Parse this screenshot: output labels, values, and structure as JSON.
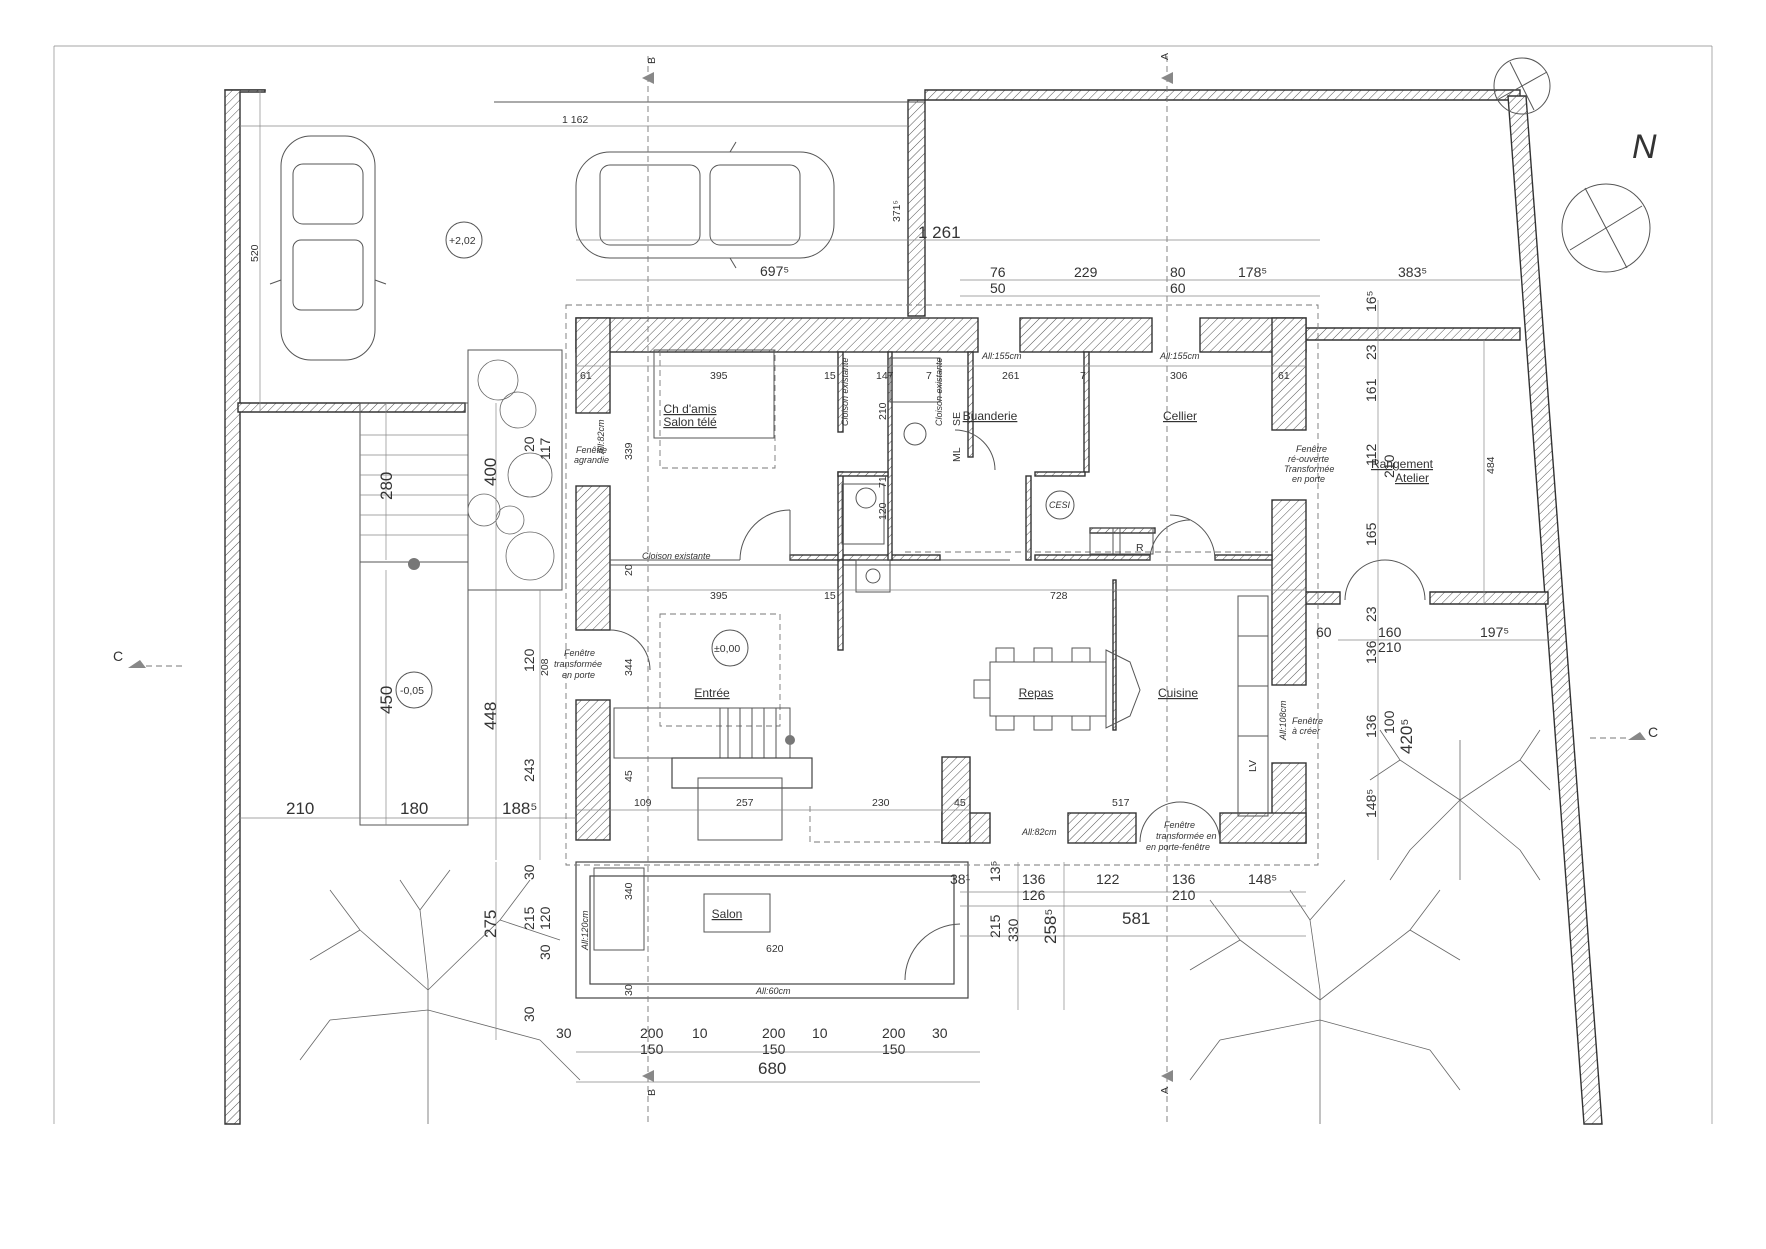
{
  "rooms": {
    "ch_amis_line1": "Ch d'amis",
    "ch_amis_line2": "Salon télé",
    "buanderie": "Buanderie",
    "cellier": "Cellier",
    "rangement_line1": "Rangement",
    "rangement_line2": "Atelier",
    "entree": "Entrée",
    "repas": "Repas",
    "cuisine": "Cuisine",
    "salon": "Salon",
    "ml": "ML",
    "se": "SE",
    "lv": "LV",
    "r": "R",
    "cesi": "CESI"
  },
  "levels": {
    "garage": "+2,02",
    "entree": "±0,00",
    "terrace": "-0,05"
  },
  "notes": {
    "fenetre_agrandie_1": "Fenêtre",
    "fenetre_agrandie_2": "agrandie",
    "fenetre_porte_1": "Fenêtre",
    "fenetre_porte_2": "transformée",
    "fenetre_porte_3": "en porte",
    "fenetre_reouverte_1": "Fenêtre",
    "fenetre_reouverte_2": "ré-ouverte",
    "fenetre_reouverte_3": "Transformée",
    "fenetre_reouverte_4": "en porte",
    "fenetre_creer_1": "Fenêtre",
    "fenetre_creer_2": "à créer",
    "fenetre_pf_1": "Fenêtre",
    "fenetre_pf_2": "transformée en",
    "fenetre_pf_3": "en porte-fenêtre",
    "cloison_1": "Cloison existante",
    "cloison_2": "Cloison existante",
    "cloison_3": "Cloison existante",
    "all_155_a": "All:155cm",
    "all_155_b": "All:155cm",
    "all_82_a": "All:82cm",
    "all_82_b": "All:82cm",
    "all_60": "All:60cm",
    "all_120": "All:120cm",
    "all_108": "All:108cm"
  },
  "sections": {
    "a_top": "A",
    "a_bottom": "A",
    "b_top": "B",
    "b_bottom": "B",
    "c_left": "C",
    "c_right": "C"
  },
  "north": "N",
  "dimensions": {
    "d1162": "1 162",
    "d1261": "1 261",
    "d6975": "697⁵",
    "d3715": "371⁵",
    "d520": "520",
    "d76": "76",
    "d50": "50",
    "d229": "229",
    "d80": "80",
    "d60a": "60",
    "d1785": "178⁵",
    "d3835": "383⁵",
    "d165a": "16⁵",
    "d61a": "61",
    "d395a": "395",
    "d15a": "15",
    "d147": "147",
    "d7a": "7",
    "d261": "261",
    "d7b": "7",
    "d306": "306",
    "d61b": "61",
    "d339": "339",
    "d210a": "210",
    "d120a": "120",
    "d71": "71",
    "d20a": "20",
    "d395b": "395",
    "d15b": "15",
    "d728": "728",
    "d344": "344",
    "d208": "208",
    "d120b": "120",
    "d243": "243",
    "d45a": "45",
    "d109": "109",
    "d257": "257",
    "d230": "230",
    "d45b": "45",
    "d517": "517",
    "d23a": "23",
    "d161": "161",
    "d112": "112",
    "d210b": "210",
    "d165b": "165",
    "d23b": "23",
    "d136a": "136",
    "d136b": "136",
    "d100": "100",
    "d4205": "420⁵",
    "d1485a": "148⁵",
    "d484": "484",
    "d60b": "60",
    "d160": "160",
    "d210c": "210",
    "d1975": "197⁵",
    "d280": "280",
    "d400": "400",
    "d20b": "20",
    "d117": "117",
    "d450": "450",
    "d448": "448",
    "d210d": "210",
    "d180": "180",
    "d1885": "188⁵",
    "d30a": "30",
    "d215a": "215",
    "d275": "275",
    "d120c": "120",
    "d30b": "30",
    "d30c": "30",
    "d340": "340",
    "d620": "620",
    "d30d": "30",
    "d381": "38¹",
    "d135": "13⁵",
    "d136c": "136",
    "d126": "126",
    "d122": "122",
    "d136d": "136",
    "d210e": "210",
    "d1485b": "148⁵",
    "d215b": "215",
    "d330": "330",
    "d2585": "258⁵",
    "d581": "581",
    "d30e": "30",
    "d200a": "200",
    "d150a": "150",
    "d10a": "10",
    "d200b": "200",
    "d150b": "150",
    "d10b": "10",
    "d200c": "200",
    "d150c": "150",
    "d30f": "30",
    "d680": "680"
  }
}
